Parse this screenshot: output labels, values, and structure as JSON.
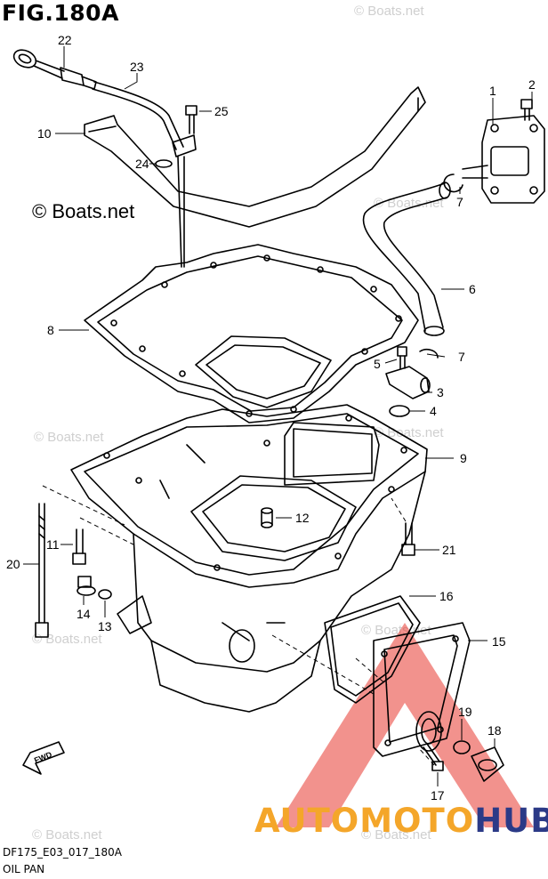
{
  "header": {
    "title": "FIG.180A"
  },
  "watermark": {
    "main": "© Boats.net",
    "faint": [
      "© Boats.net",
      "© Boats.net",
      "© Boats.net",
      "© Boats.net",
      "© Boats.net",
      "© Boats.net",
      "© Boats.net",
      "© Boats.net"
    ]
  },
  "callouts": [
    "22",
    "23",
    "25",
    "10",
    "24",
    "1",
    "2",
    "7",
    "6",
    "8",
    "5",
    "7",
    "3",
    "4",
    "9",
    "12",
    "11",
    "21",
    "20",
    "14",
    "13",
    "16",
    "15",
    "19",
    "18",
    "17"
  ],
  "footer": {
    "code": "DF175_E03_017_180A",
    "caption": "OIL PAN"
  },
  "badge": {
    "label": "FWD"
  },
  "logo": {
    "part1": "AUTOMOTO",
    "part2": "HUB",
    "color_primary": "#f4a62a",
    "color_secondary": "#2b3a87",
    "triangle_color": "#e8382f"
  }
}
